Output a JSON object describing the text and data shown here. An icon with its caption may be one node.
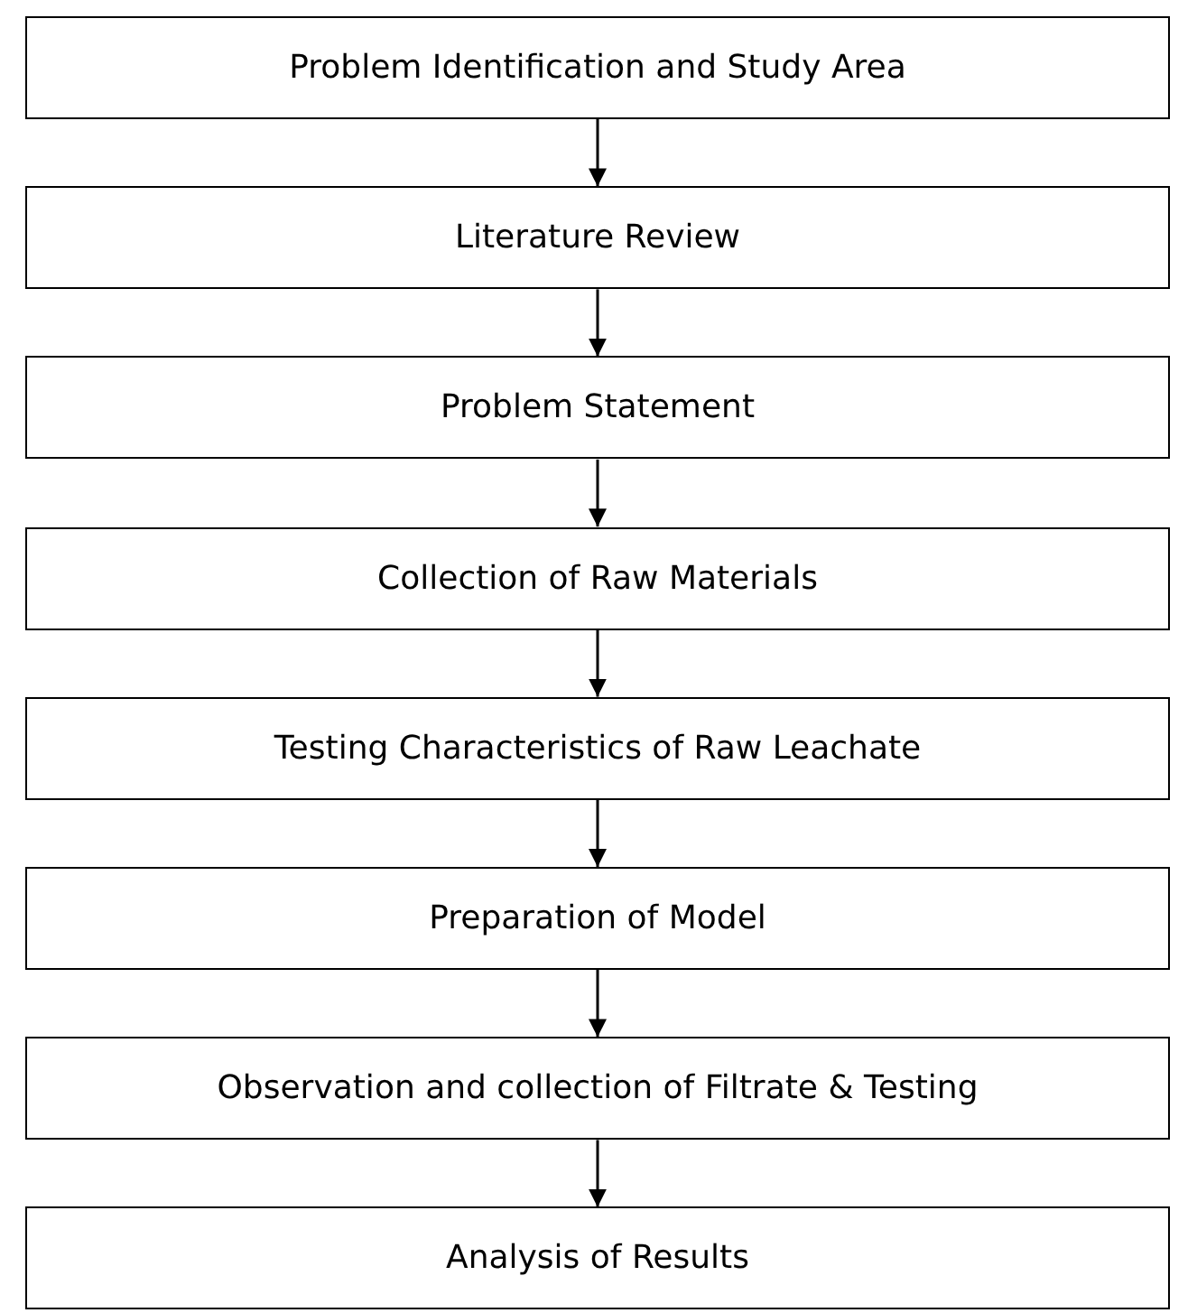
{
  "diagram": {
    "nodes": [
      {
        "text": [
          "Problem Identification and Study Area"
        ]
      },
      {
        "text": [
          "Literature Review"
        ]
      },
      {
        "text": [
          "Problem Statement"
        ]
      },
      {
        "text": [
          "Collection of Raw Materials"
        ]
      },
      {
        "text": [
          "Testing Characteristics of Raw Leachate"
        ]
      },
      {
        "text": [
          "Preparation of Model"
        ]
      },
      {
        "text": [
          "Observation and collection of Filtrate & Testing"
        ]
      },
      {
        "text": [
          "Analysis of Results"
        ]
      }
    ],
    "edges": [
      {
        "from": 0,
        "to": 1,
        "arrow": "to"
      },
      {
        "from": 1,
        "to": 2,
        "arrow": "to"
      },
      {
        "from": 2,
        "to": 3,
        "arrow": "to"
      },
      {
        "from": 3,
        "to": 4,
        "arrow": "to"
      },
      {
        "from": 4,
        "to": 5,
        "arrow": "to"
      },
      {
        "from": 5,
        "to": 6,
        "arrow": "to"
      },
      {
        "from": 6,
        "to": 7,
        "arrow": "to"
      }
    ]
  }
}
